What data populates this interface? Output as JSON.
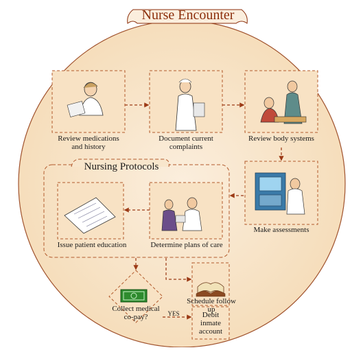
{
  "diagram": {
    "title": "Nurse Encounter",
    "protocols_title": "Nursing Protocols",
    "steps": {
      "review_meds": "Review medications\nand history",
      "document": "Document current\ncomplaints",
      "review_systems": "Review body systems",
      "assess": "Make assessments",
      "plans": "Determine plans of care",
      "education": "Issue patient education",
      "followup": "Schedule follow up",
      "copay": "Collect medical\nco-pay?",
      "debit": "Debit\ninmate\naccount"
    },
    "edge_labels": {
      "yes": "YES"
    },
    "colors": {
      "circle_fill": "#f8e6cc",
      "circle_edge": "#a0522d",
      "box_fill": "#f8e2c4",
      "box_dash": "#b25a2c",
      "arrow": "#9c3a16",
      "title_text": "#8b2e0b",
      "copay_green": "#2e8b2e"
    }
  }
}
